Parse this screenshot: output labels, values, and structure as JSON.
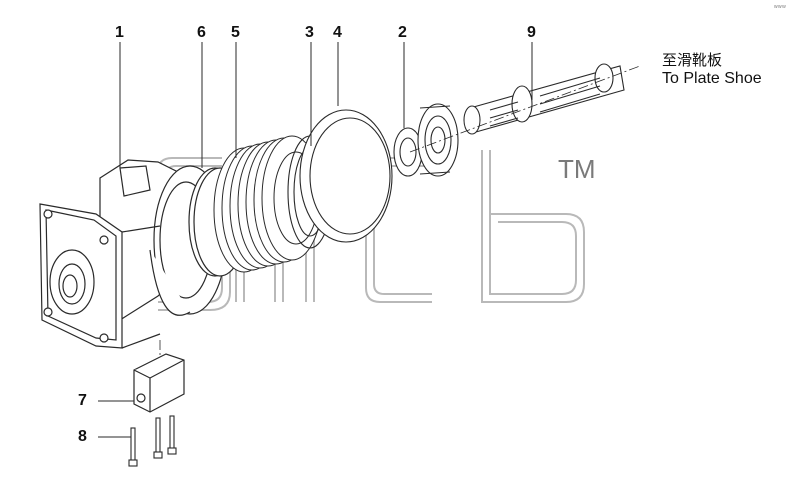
{
  "callouts": {
    "c1": "1",
    "c2": "2",
    "c3": "3",
    "c4": "4",
    "c5": "5",
    "c6": "6",
    "c7": "7",
    "c8": "8",
    "c9": "9"
  },
  "destination": {
    "cn": "至滑靴板",
    "en": "To Plate Shoe"
  },
  "watermark": {
    "text": "SMCB",
    "tm": "TM"
  },
  "corner_mark": "www"
}
